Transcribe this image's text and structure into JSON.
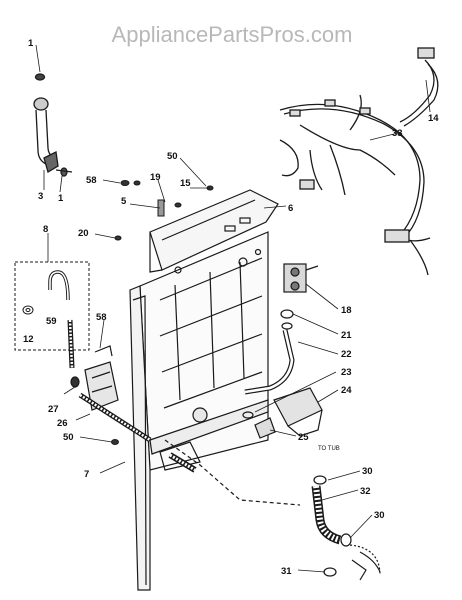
{
  "watermark": "AppliancePartsPros.com",
  "callouts": [
    {
      "id": "c1a",
      "label": "1"
    },
    {
      "id": "c3",
      "label": "3"
    },
    {
      "id": "c1b",
      "label": "1"
    },
    {
      "id": "c58a",
      "label": "58"
    },
    {
      "id": "c50a",
      "label": "50"
    },
    {
      "id": "c19",
      "label": "19"
    },
    {
      "id": "c15",
      "label": "15"
    },
    {
      "id": "c5",
      "label": "5"
    },
    {
      "id": "c6",
      "label": "6"
    },
    {
      "id": "c8",
      "label": "8"
    },
    {
      "id": "c20",
      "label": "20"
    },
    {
      "id": "c59",
      "label": "59"
    },
    {
      "id": "c12",
      "label": "12"
    },
    {
      "id": "c58b",
      "label": "58"
    },
    {
      "id": "c27",
      "label": "27"
    },
    {
      "id": "c26",
      "label": "26"
    },
    {
      "id": "c50b",
      "label": "50"
    },
    {
      "id": "c7",
      "label": "7"
    },
    {
      "id": "c14",
      "label": "14"
    },
    {
      "id": "c33",
      "label": "33"
    },
    {
      "id": "c18",
      "label": "18"
    },
    {
      "id": "c21",
      "label": "21"
    },
    {
      "id": "c22",
      "label": "22"
    },
    {
      "id": "c23",
      "label": "23"
    },
    {
      "id": "c24",
      "label": "24"
    },
    {
      "id": "c25",
      "label": "25"
    },
    {
      "id": "c30a",
      "label": "30"
    },
    {
      "id": "c32",
      "label": "32"
    },
    {
      "id": "c30b",
      "label": "30"
    },
    {
      "id": "c31",
      "label": "31"
    }
  ],
  "notes": {
    "to_tub": "TO TUB"
  }
}
